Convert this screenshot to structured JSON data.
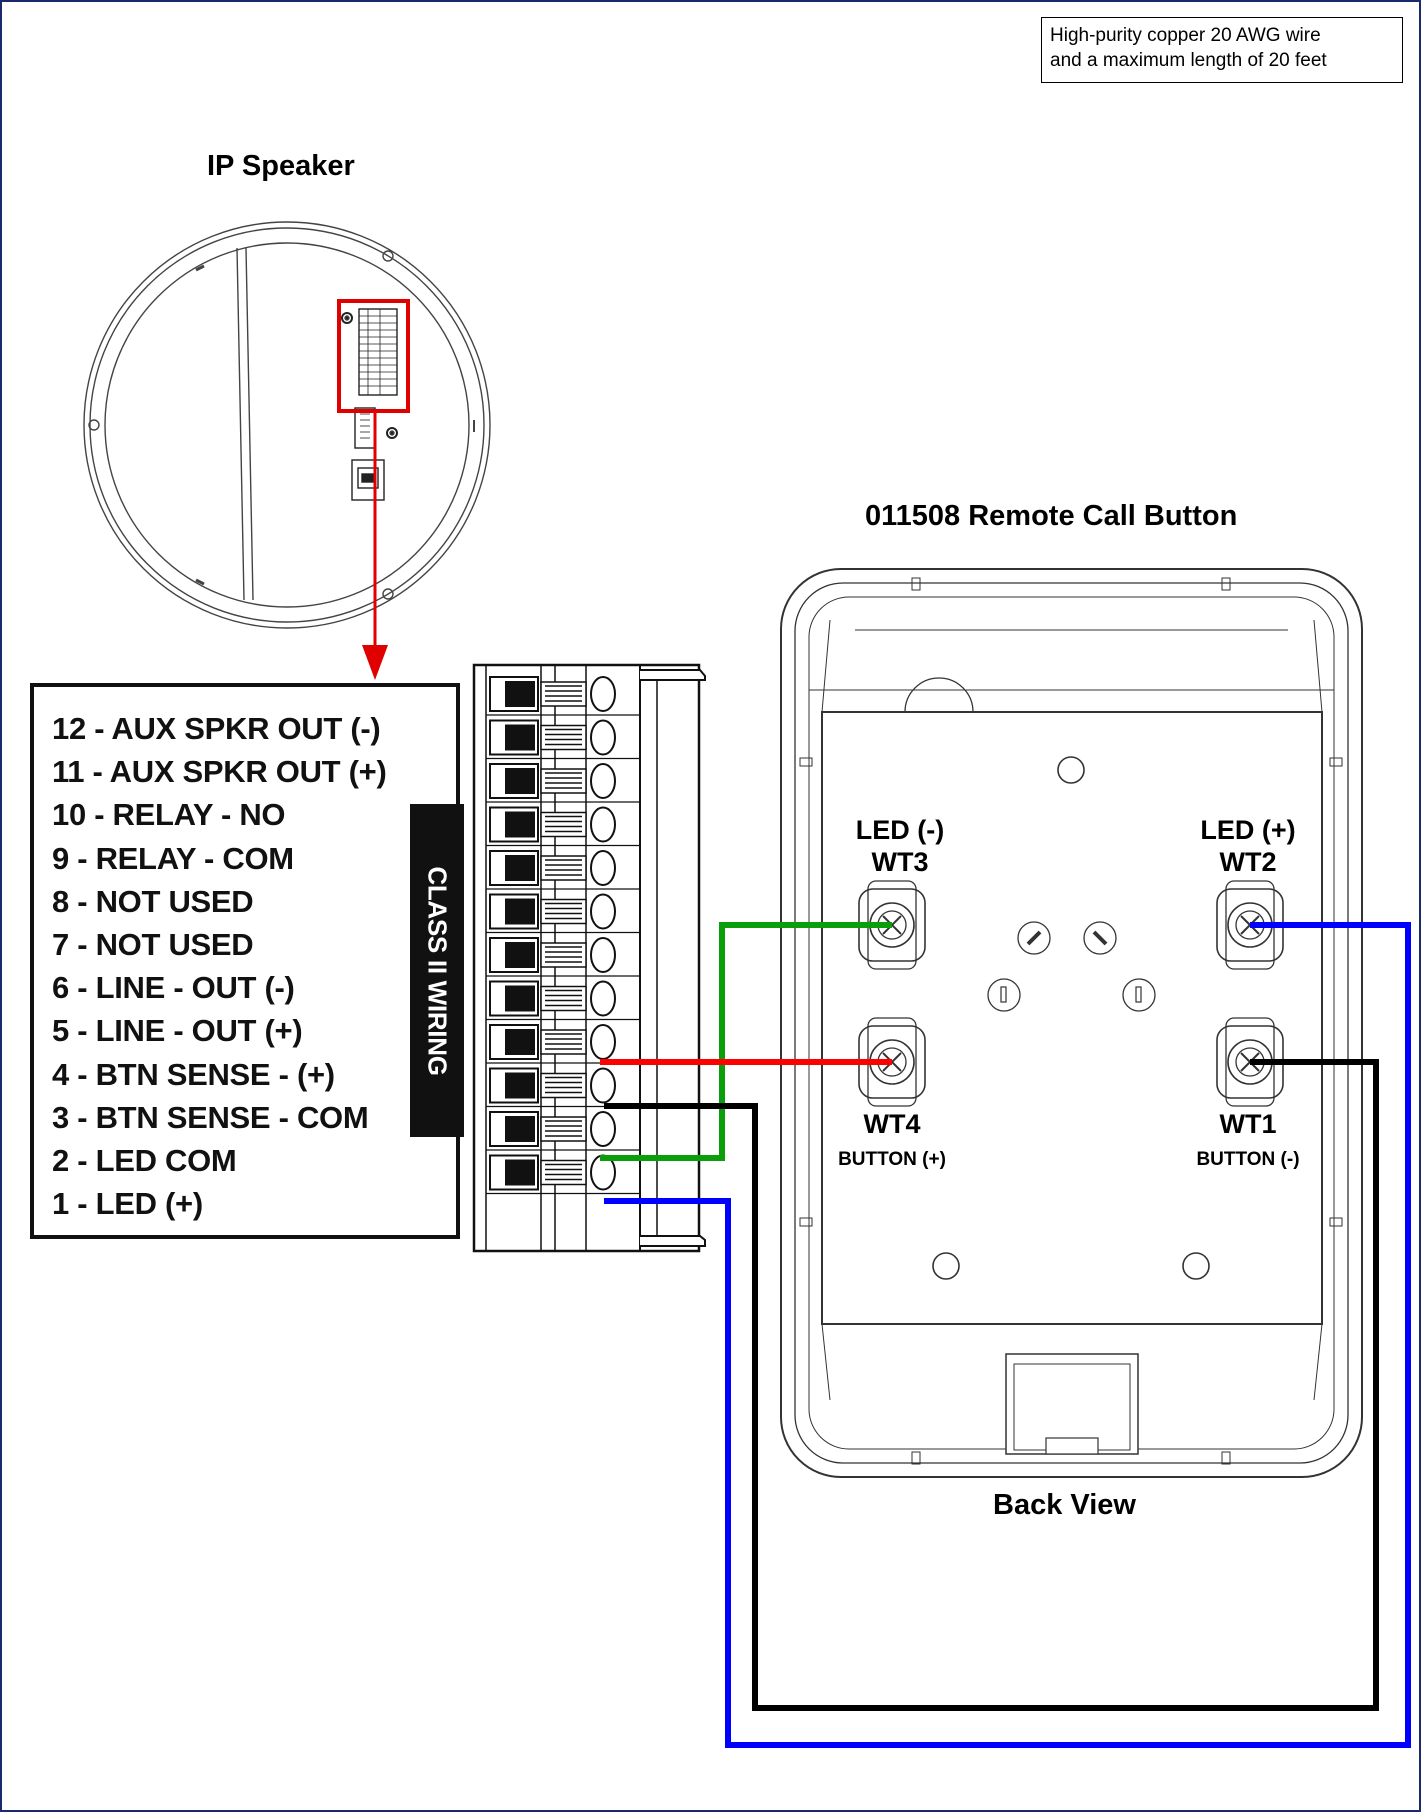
{
  "note": {
    "line1": "High-purity copper 20 AWG wire",
    "line2": "and a maximum length of 20 feet"
  },
  "speaker_title": "IP Speaker",
  "button_title": "011508 Remote Call Button",
  "back_view_label": "Back View",
  "class_label": "CLASS II WIRING",
  "pins": [
    "12 - AUX SPKR OUT (-)",
    "11 - AUX SPKR OUT (+)",
    "10 - RELAY -  NO",
    "9 - RELAY - COM",
    "8 - NOT USED",
    "7 - NOT USED",
    "6 - LINE - OUT (-)",
    "5 - LINE - OUT (+)",
    "4 - BTN SENSE - (+)",
    "3 - BTN SENSE - COM",
    "2 - LED COM",
    "1 - LED (+)"
  ],
  "terminals": {
    "wt3": {
      "top": "LED (-)",
      "name": "WT3"
    },
    "wt2": {
      "top": "LED (+)",
      "name": "WT2"
    },
    "wt4": {
      "name": "WT4",
      "sub": "BUTTON (+)"
    },
    "wt1": {
      "name": "WT1",
      "sub": "BUTTON (-)"
    }
  },
  "wire_colors": {
    "red": "#ff0000",
    "green": "#0a9e0a",
    "black": "#000000",
    "blue": "#0000ff",
    "highlight": "#e00000",
    "border": "#1a2a6c"
  },
  "icons": {
    "speaker": "ceiling-speaker-icon",
    "connector": "terminal-block-icon",
    "button": "call-button-back-icon"
  }
}
